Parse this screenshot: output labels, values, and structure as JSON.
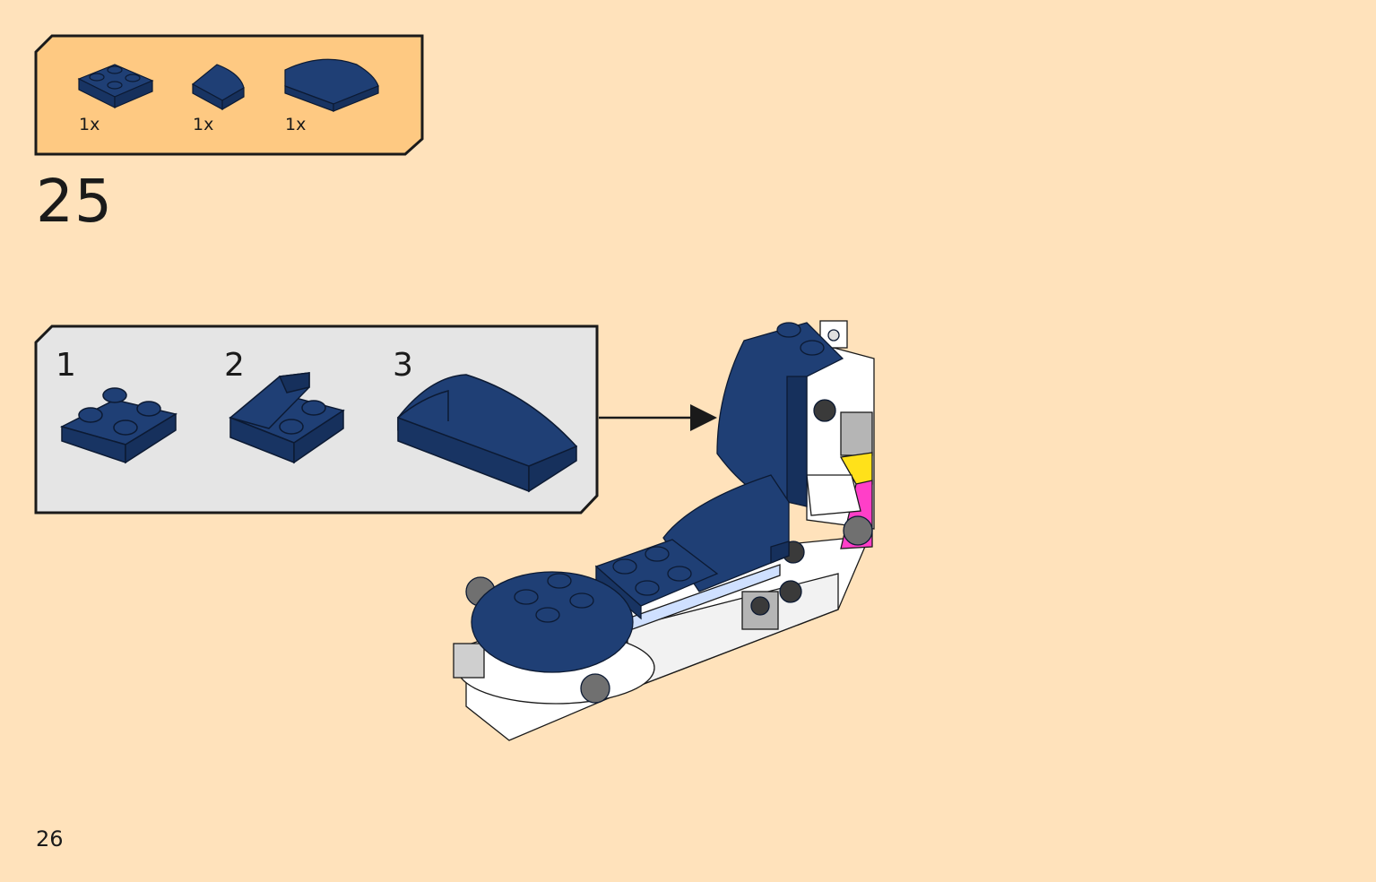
{
  "colors": {
    "page_background": "#ffe2bb",
    "parts_panel": "#fec982",
    "substep_panel": "#e5e5e5",
    "brick_dark_blue": "#1f3f75",
    "outline": "#1a1a1a"
  },
  "parts_list": {
    "items": [
      {
        "part": "plate-2x2-dark-blue",
        "qty": "1x"
      },
      {
        "part": "slope-curved-1x2-dark-blue",
        "qty": "1x"
      },
      {
        "part": "slope-curved-2x4-dark-blue",
        "qty": "1x"
      }
    ]
  },
  "step": {
    "number": "25"
  },
  "substeps": [
    {
      "number": "1"
    },
    {
      "number": "2"
    },
    {
      "number": "3"
    }
  ],
  "page": {
    "number": "26"
  }
}
